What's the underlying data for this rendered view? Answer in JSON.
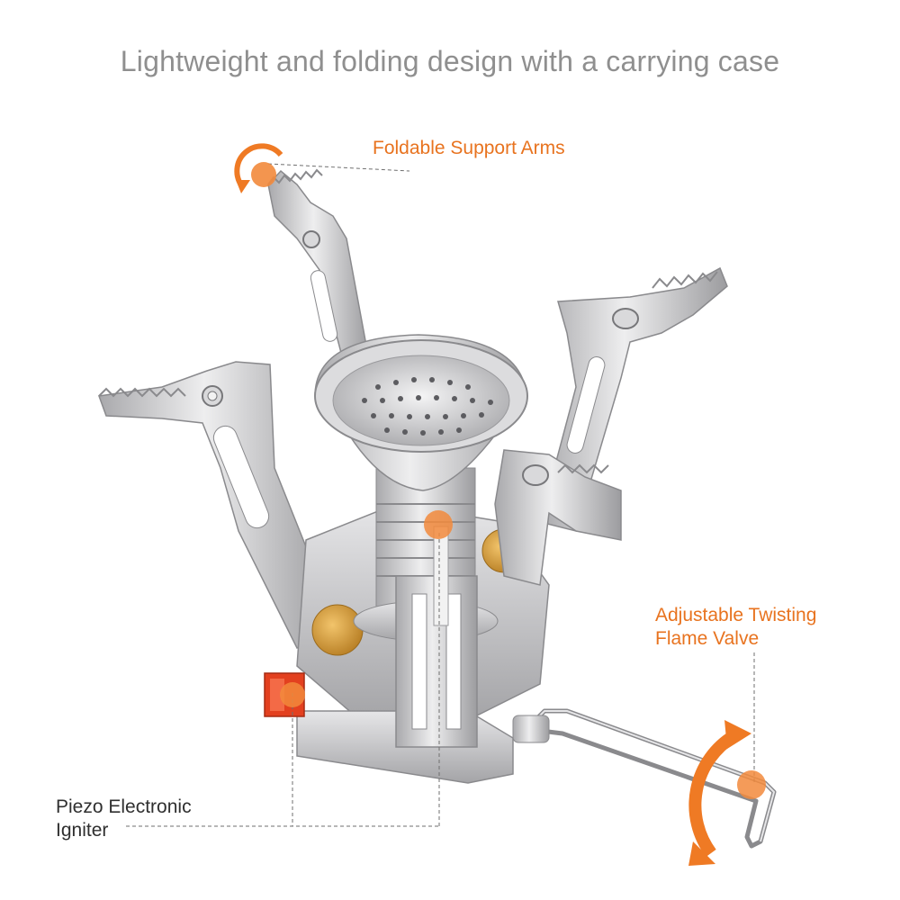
{
  "headline": "Lightweight and folding design with a carrying case",
  "callouts": {
    "support_arms": "Foldable Support Arms",
    "valve_line1": "Adjustable Twisting",
    "valve_line2": "Flame Valve",
    "igniter_line1": "Piezo Electronic",
    "igniter_line2": "Igniter"
  },
  "colors": {
    "accent": "#ef7a24",
    "callout_dot": "#f28a3c",
    "steel": "#c9c9cb",
    "steel_dark": "#8f8f92",
    "igniter_button": "#e3401f",
    "label_dark": "#2f2f2f",
    "headline": "#8f8f8f"
  },
  "icons": [
    "rotate-arrow-icon",
    "rotate-arrow-icon",
    "callout-dot"
  ]
}
